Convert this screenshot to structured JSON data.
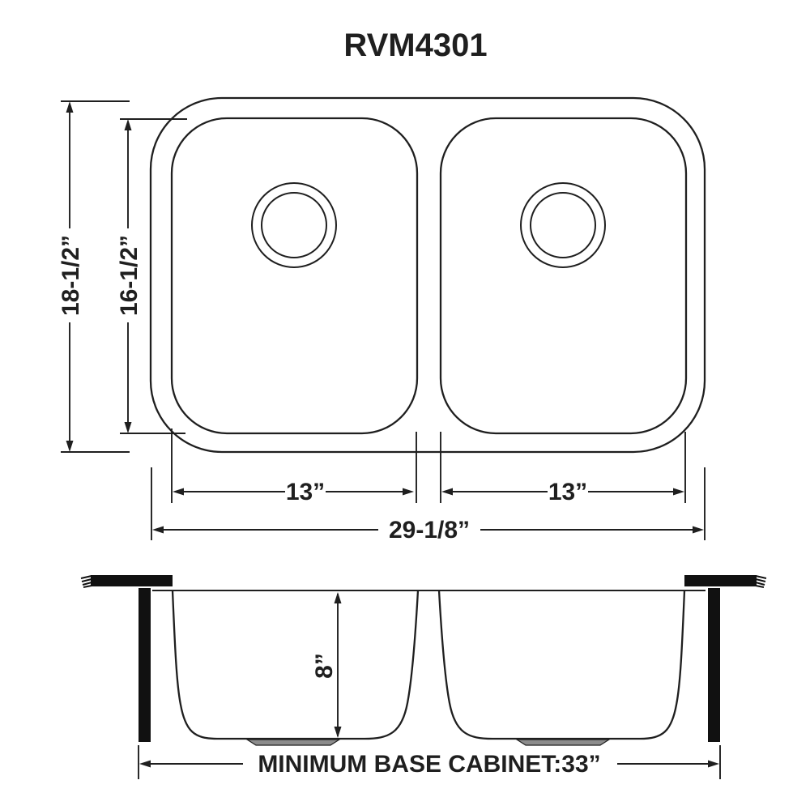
{
  "title": "RVM4301",
  "colors": {
    "ink": "#1f1f1f",
    "solid": "#111111",
    "drain_plate": "#8c8c8c",
    "background": "#ffffff"
  },
  "top_view": {
    "overall_height_label": "18-1/2”",
    "bowl_height_label": "16-1/2”",
    "left_bowl_width_label": "13”",
    "right_bowl_width_label": "13”",
    "overall_width_label": "29-1/8”"
  },
  "side_view": {
    "bowl_depth_label": "8”",
    "base_cabinet_label": "MINIMUM BASE CABINET:33”"
  }
}
